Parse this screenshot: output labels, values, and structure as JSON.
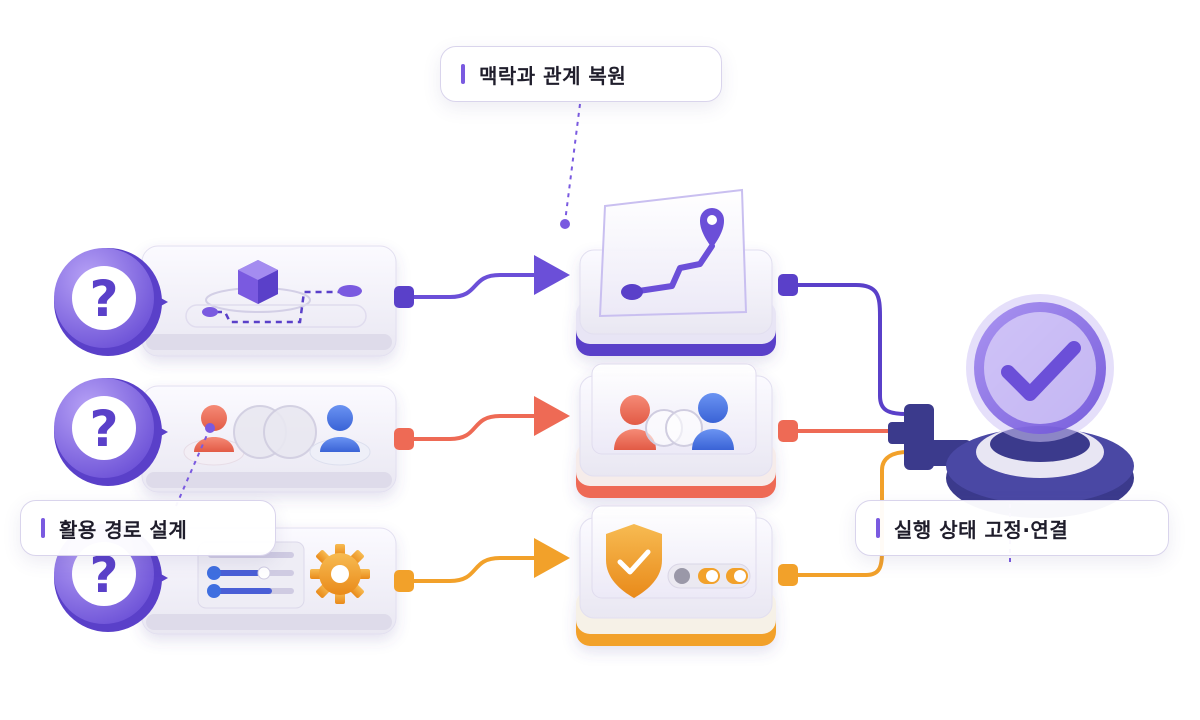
{
  "callouts": {
    "context_restore": "맥락과 관계 복원",
    "usage_path_design": "활용 경로 설계",
    "execution_state": "실행 상태 고정·연결"
  },
  "icons": [
    "question-mark-icon",
    "cube-icon",
    "map-pin-icon",
    "route-icon",
    "user-icon",
    "overlap-circles-icon",
    "sliders-icon",
    "gear-icon",
    "shield-check-icon",
    "toggle-icon",
    "checkmark-icon"
  ],
  "colors": {
    "purple": "#6b4fd8",
    "purple_light": "#a48cf0",
    "navy": "#3b3a8c",
    "coral": "#ee6a55",
    "blue": "#3f6fe0",
    "orange": "#f2a12a",
    "card": "#f4f3f8"
  }
}
